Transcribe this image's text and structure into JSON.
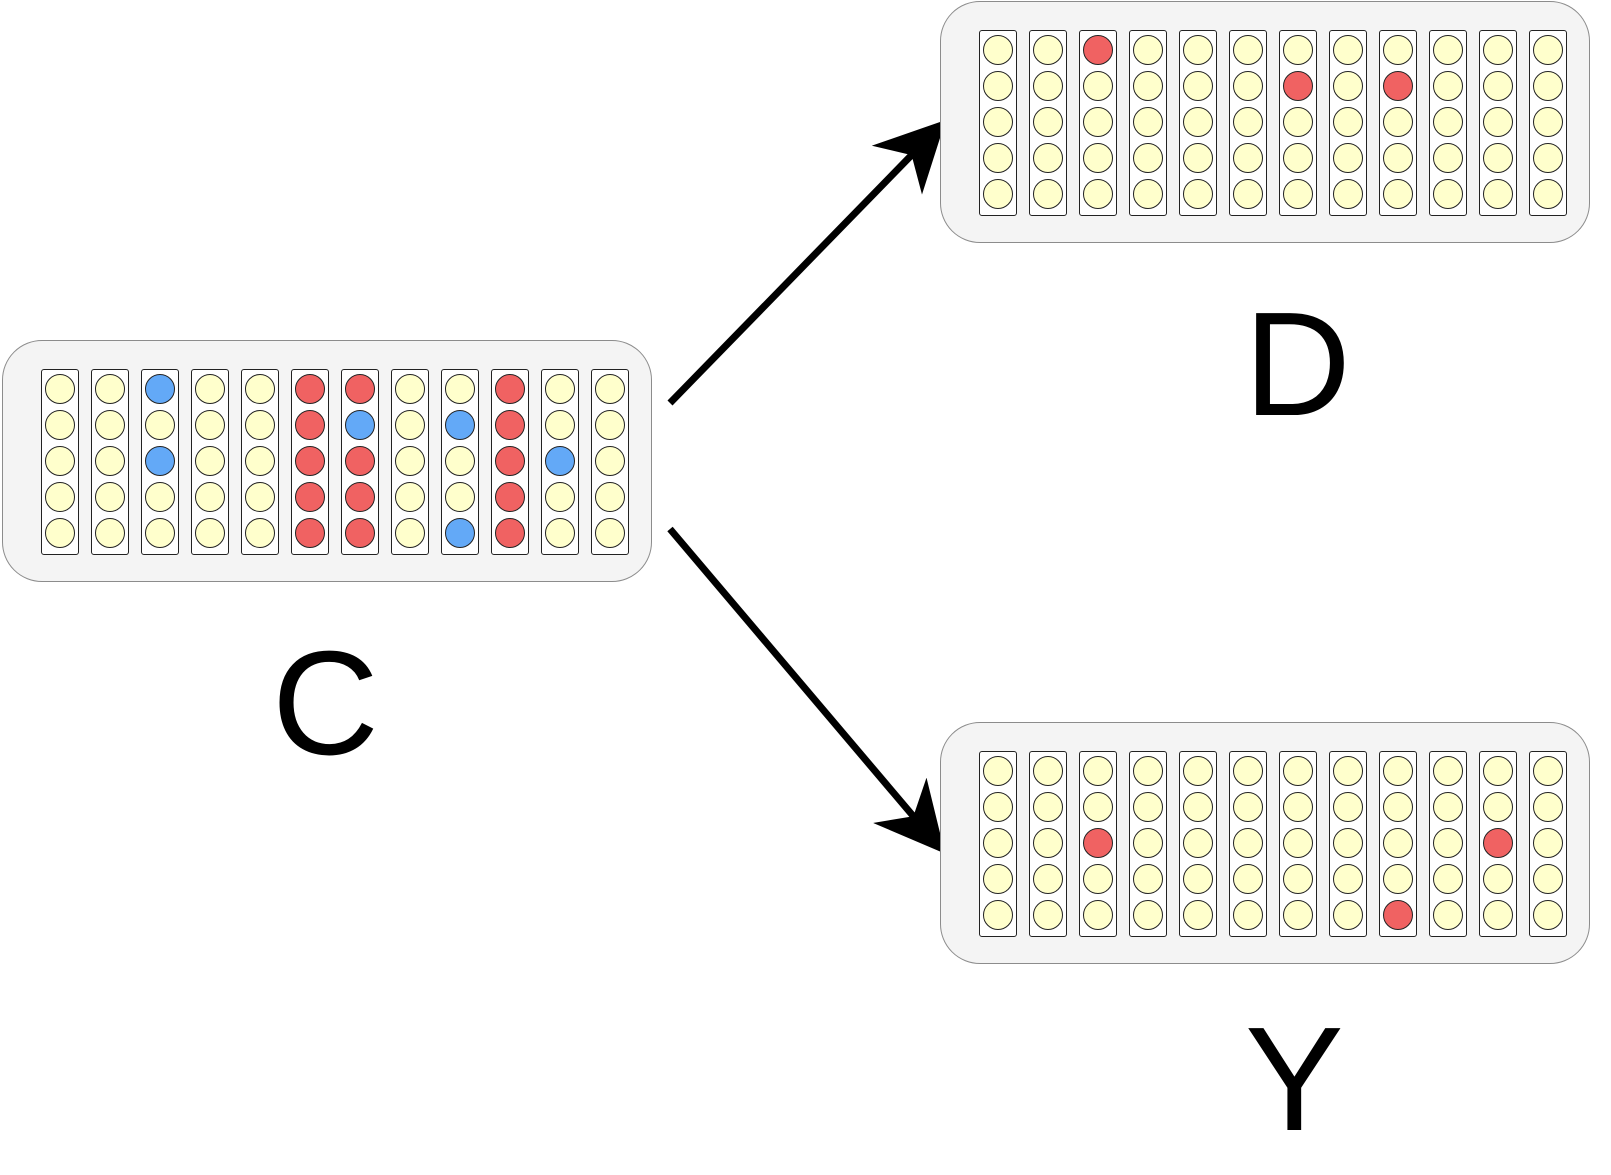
{
  "colors": {
    "neutral": "#ffffcc",
    "red": "#f06262",
    "blue": "#63a9f7"
  },
  "panels": [
    {
      "id": "C",
      "label": "C",
      "columns": [
        [
          "n",
          "n",
          "n",
          "n",
          "n"
        ],
        [
          "n",
          "n",
          "n",
          "n",
          "n"
        ],
        [
          "b",
          "n",
          "b",
          "n",
          "n"
        ],
        [
          "n",
          "n",
          "n",
          "n",
          "n"
        ],
        [
          "n",
          "n",
          "n",
          "n",
          "n"
        ],
        [
          "r",
          "r",
          "r",
          "r",
          "r"
        ],
        [
          "r",
          "b",
          "r",
          "r",
          "r"
        ],
        [
          "n",
          "n",
          "n",
          "n",
          "n"
        ],
        [
          "n",
          "b",
          "n",
          "n",
          "b"
        ],
        [
          "r",
          "r",
          "r",
          "r",
          "r"
        ],
        [
          "n",
          "n",
          "b",
          "n",
          "n"
        ],
        [
          "n",
          "n",
          "n",
          "n",
          "n"
        ]
      ]
    },
    {
      "id": "D",
      "label": "D",
      "columns": [
        [
          "n",
          "n",
          "n",
          "n",
          "n"
        ],
        [
          "n",
          "n",
          "n",
          "n",
          "n"
        ],
        [
          "r",
          "n",
          "n",
          "n",
          "n"
        ],
        [
          "n",
          "n",
          "n",
          "n",
          "n"
        ],
        [
          "n",
          "n",
          "n",
          "n",
          "n"
        ],
        [
          "n",
          "n",
          "n",
          "n",
          "n"
        ],
        [
          "n",
          "r",
          "n",
          "n",
          "n"
        ],
        [
          "n",
          "n",
          "n",
          "n",
          "n"
        ],
        [
          "n",
          "r",
          "n",
          "n",
          "n"
        ],
        [
          "n",
          "n",
          "n",
          "n",
          "n"
        ],
        [
          "n",
          "n",
          "n",
          "n",
          "n"
        ],
        [
          "n",
          "n",
          "n",
          "n",
          "n"
        ]
      ]
    },
    {
      "id": "Y",
      "label": "Y",
      "columns": [
        [
          "n",
          "n",
          "n",
          "n",
          "n"
        ],
        [
          "n",
          "n",
          "n",
          "n",
          "n"
        ],
        [
          "n",
          "n",
          "r",
          "n",
          "n"
        ],
        [
          "n",
          "n",
          "n",
          "n",
          "n"
        ],
        [
          "n",
          "n",
          "n",
          "n",
          "n"
        ],
        [
          "n",
          "n",
          "n",
          "n",
          "n"
        ],
        [
          "n",
          "n",
          "n",
          "n",
          "n"
        ],
        [
          "n",
          "n",
          "n",
          "n",
          "n"
        ],
        [
          "n",
          "n",
          "n",
          "n",
          "r"
        ],
        [
          "n",
          "n",
          "n",
          "n",
          "n"
        ],
        [
          "n",
          "n",
          "r",
          "n",
          "n"
        ],
        [
          "n",
          "n",
          "n",
          "n",
          "n"
        ]
      ]
    }
  ],
  "edges": [
    {
      "from": "C",
      "to": "D"
    },
    {
      "from": "C",
      "to": "Y"
    }
  ]
}
